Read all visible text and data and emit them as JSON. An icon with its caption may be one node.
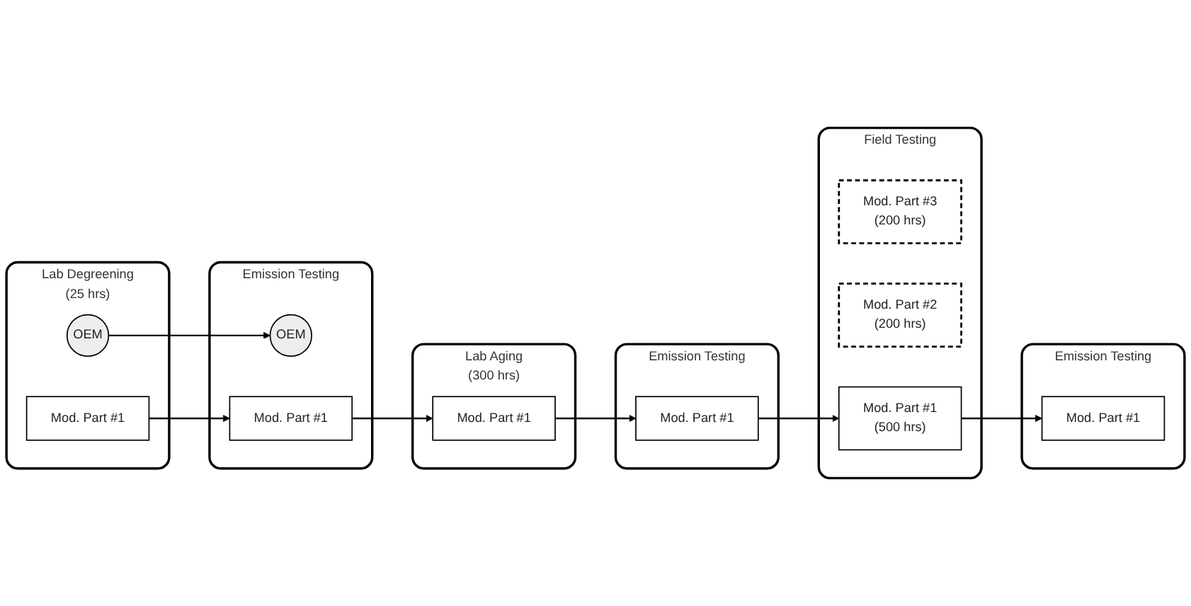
{
  "diagram": {
    "nodes": [
      {
        "text": [
          "Lab Degreening",
          "(25 hrs)"
        ]
      },
      {
        "text": [
          "OEM"
        ],
        "in": 0
      },
      {
        "text": [
          "Mod. Part #1"
        ],
        "in": 0
      },
      {
        "text": [
          "Emission Testing"
        ]
      },
      {
        "text": [
          "OEM"
        ],
        "in": 3
      },
      {
        "text": [
          "Mod. Part #1"
        ],
        "in": 3
      },
      {
        "text": [
          "Lab Aging",
          "(300 hrs)"
        ]
      },
      {
        "text": [
          "Mod. Part #1"
        ],
        "in": 6
      },
      {
        "text": [
          "Emission Testing"
        ]
      },
      {
        "text": [
          "Mod. Part #1"
        ],
        "in": 8
      },
      {
        "text": [
          "Field Testing"
        ]
      },
      {
        "text": [
          "Mod. Part #3",
          "(200 hrs)"
        ],
        "in": 10
      },
      {
        "text": [
          "Mod. Part #2",
          "(200 hrs)"
        ],
        "in": 10
      },
      {
        "text": [
          "Mod. Part #1",
          "(500 hrs)"
        ],
        "in": 10
      },
      {
        "text": [
          "Emission Testing"
        ]
      },
      {
        "text": [
          "Mod. Part #1"
        ],
        "in": 14
      }
    ],
    "edges": [
      {
        "from": 1,
        "to": 4,
        "arrow": "to"
      },
      {
        "from": 2,
        "to": 5,
        "arrow": "to"
      },
      {
        "from": 5,
        "to": 7,
        "arrow": "to"
      },
      {
        "from": 7,
        "to": 9,
        "arrow": "to"
      },
      {
        "from": 9,
        "to": 13,
        "arrow": "to"
      },
      {
        "from": 13,
        "to": 15,
        "arrow": "to"
      }
    ]
  }
}
